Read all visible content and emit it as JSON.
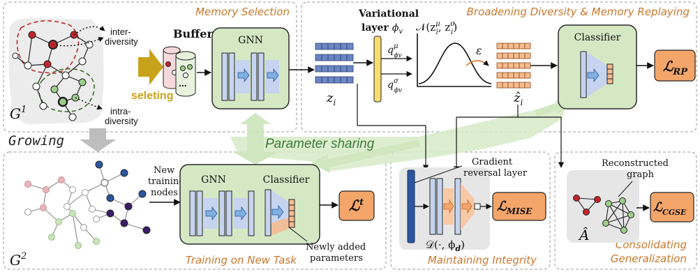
{
  "sections": {
    "memory_selection": "Memory Selection",
    "broadening": "Broadening Diversity & Memory Replaying",
    "training_new_task": "Training on New Task",
    "maintaining_integrity": "Maintaining Integrity",
    "consolidating_line1": "Consolidating",
    "consolidating_line2": "Generalization"
  },
  "graph1": {
    "label": "G",
    "sup": "1",
    "inter_line1": "inter-",
    "inter_line2": "diversity",
    "intra_line1": "intra-",
    "intra_line2": "diversity"
  },
  "graph2": {
    "label": "G",
    "sup": "2"
  },
  "growing": "Growing",
  "seleting": "seleting",
  "buffers": {
    "title": "Buffers",
    "dots": "..."
  },
  "gnn_label": "GNN",
  "variational": {
    "line1": "Variational",
    "line2": "layer",
    "phi": "ϕ",
    "sub": "v"
  },
  "q_mu": {
    "q": "q",
    "sup": "μ",
    "sub": "ϕv"
  },
  "q_sigma": {
    "q": "q",
    "sup": "σ",
    "sub": "ϕv"
  },
  "normal": {
    "text": "𝒩(z",
    "i": "i",
    "mu": "μ",
    "comma": ", z",
    "sigma": "σ",
    "close": ")"
  },
  "epsilon": "ε",
  "z_i": {
    "z": "z",
    "sub": "i"
  },
  "z_hat": {
    "z": "ẑ",
    "sub": "i"
  },
  "classifier_label": "Classifier",
  "loss_rp": {
    "L": "ℒ",
    "sub": "RP"
  },
  "parameter_sharing": "Parameter sharing",
  "new_training": {
    "line1": "New",
    "line2": "training",
    "line3": "nodes"
  },
  "loss_t": {
    "L": "ℒ",
    "sup": "t"
  },
  "newly_added": {
    "line1": "Newly added",
    "line2": "parameters"
  },
  "gradient_reversal": {
    "line1": "Gradient",
    "line2": "reversal layer"
  },
  "loss_mise": {
    "L": "ℒ",
    "sub": "MISE"
  },
  "discriminator": {
    "text": "𝒟(·, ϕ",
    "sub": "d",
    "close": ")"
  },
  "reconstructed": {
    "line1": "Reconstructed",
    "line2": "graph"
  },
  "loss_cgse": {
    "L": "ℒ",
    "sub": "CGSE"
  },
  "a_hat": "Â",
  "colors": {
    "section_title": "#c8782c",
    "green_box": "#d5e8c4",
    "green_border": "#2b2b2b",
    "loss_fill": "#f4a56a",
    "blue_vec": "#6b86c4",
    "orange_vec": "#f6bb8f",
    "yellow_bar": "#f7dd72",
    "gray_bg": "#e6e6e6",
    "red_node": "#c0262c",
    "green_node": "#9ccd8a",
    "purple_node": "#3d1c6a",
    "blue_node": "#2c56a0"
  }
}
